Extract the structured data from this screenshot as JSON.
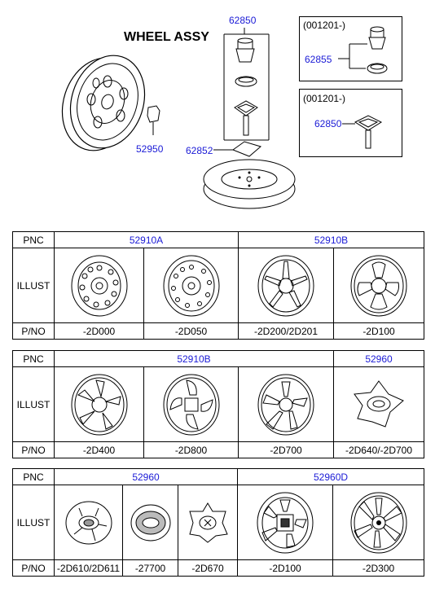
{
  "title": "WHEEL ASSY",
  "parts": {
    "p62850_top": "62850",
    "p62852": "62852",
    "p52950": "52950",
    "box1_code": "(001201-)",
    "box1_part": "62855",
    "box2_code": "(001201-)",
    "box2_part": "62850"
  },
  "labels": {
    "pnc": "PNC",
    "illust": "ILLUST",
    "pno": "P/NO"
  },
  "table1": {
    "pnc": [
      "52910A",
      "52910B"
    ],
    "pno": [
      "-2D000",
      "-2D050",
      "-2D200/2D201",
      "-2D100"
    ]
  },
  "table2": {
    "pnc": [
      "52910B",
      "52960"
    ],
    "pno": [
      "-2D400",
      "-2D800",
      "-2D700",
      "-2D640/-2D700"
    ]
  },
  "table3": {
    "pnc": [
      "52960",
      "52960D"
    ],
    "pno": [
      "-2D610/2D611",
      "-27700",
      "-2D670",
      "-2D100",
      "-2D300"
    ]
  }
}
